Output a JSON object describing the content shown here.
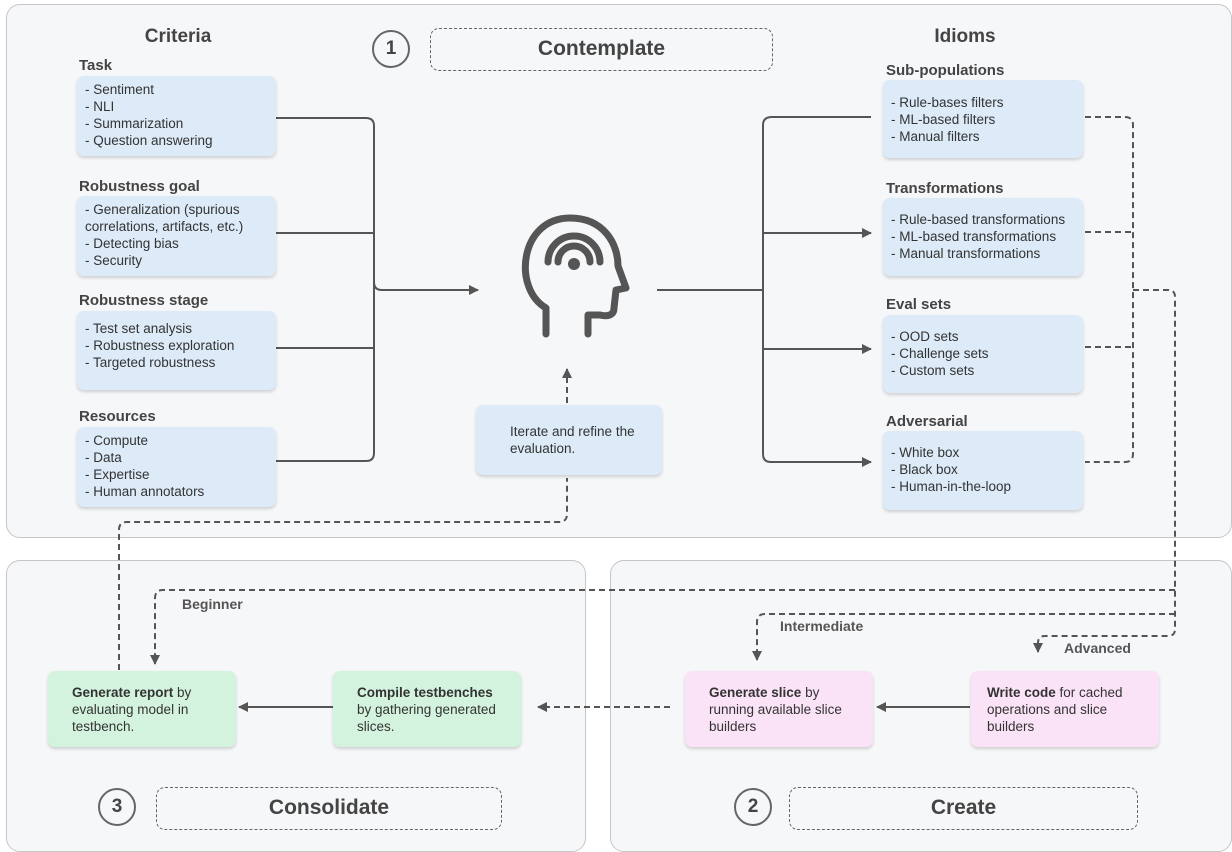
{
  "stages": {
    "contemplate": {
      "number": "1",
      "title": "Contemplate"
    },
    "create": {
      "number": "2",
      "title": "Create"
    },
    "consolidate": {
      "number": "3",
      "title": "Consolidate"
    }
  },
  "criteria": {
    "title": "Criteria",
    "groups": [
      {
        "header": "Task",
        "items": [
          "- Sentiment",
          "- NLI",
          "- Summarization",
          "- Question answering"
        ]
      },
      {
        "header": "Robustness goal",
        "items": [
          "- Generalization (spurious",
          "correlations, artifacts, etc.)",
          "- Detecting bias",
          "- Security"
        ]
      },
      {
        "header": "Robustness stage",
        "items": [
          "- Test set analysis",
          "- Robustness exploration",
          "- Targeted robustness"
        ]
      },
      {
        "header": "Resources",
        "items": [
          "- Compute",
          "- Data",
          "- Expertise",
          "- Human annotators"
        ]
      }
    ]
  },
  "idioms": {
    "title": "Idioms",
    "groups": [
      {
        "header": "Sub-populations",
        "items": [
          "- Rule-bases filters",
          "- ML-based filters",
          "- Manual filters"
        ]
      },
      {
        "header": "Transformations",
        "items": [
          "- Rule-based transformations",
          "- ML-based transformations",
          "- Manual transformations"
        ]
      },
      {
        "header": "Eval sets",
        "items": [
          "- OOD sets",
          "- Challenge sets",
          "- Custom sets"
        ]
      },
      {
        "header": "Adversarial",
        "items": [
          "- White box",
          "- Black box",
          "- Human-in-the-loop"
        ]
      }
    ]
  },
  "iterate_box": {
    "text": "Iterate and refine the evaluation."
  },
  "levels": {
    "beginner": "Beginner",
    "intermediate": "Intermediate",
    "advanced": "Advanced"
  },
  "steps": {
    "write_code": {
      "bold": "Write code",
      "rest": " for cached operations and slice builders"
    },
    "generate_slice": {
      "bold": "Generate slice",
      "rest": " by running available slice builders"
    },
    "compile_testbenches": {
      "bold": "Compile testbenches",
      "rest": " by gathering generated slices."
    },
    "generate_report": {
      "bold": "Generate report",
      "rest": " by evaluating model in testbench."
    }
  },
  "colors": {
    "blue_box": "#ddeaf8",
    "green_box": "#d4f3de",
    "pink_box": "#fbe3f7",
    "panel": "#f6f7f9",
    "line": "#555555"
  }
}
